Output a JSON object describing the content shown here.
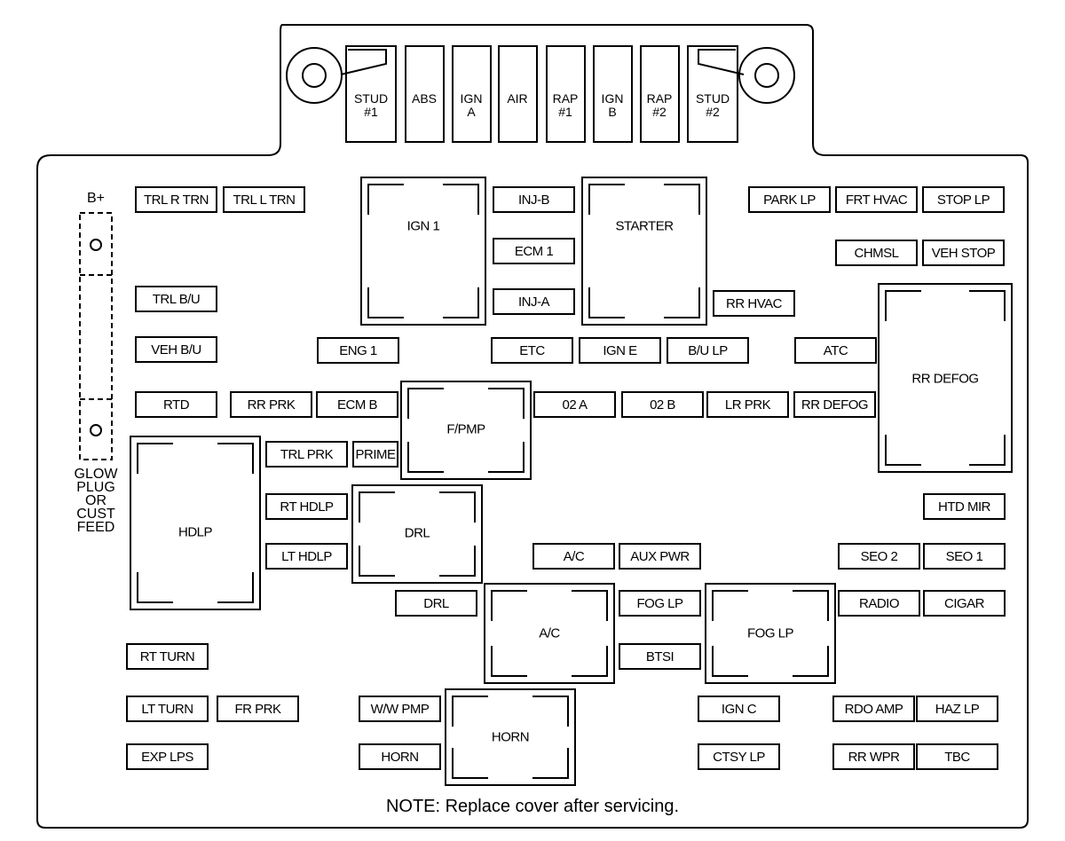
{
  "main_fuses": [
    {
      "line1": "STUD",
      "line2": "#1"
    },
    {
      "line1": "ABS",
      "line2": ""
    },
    {
      "line1": "IGN",
      "line2": "A"
    },
    {
      "line1": "AIR",
      "line2": ""
    },
    {
      "line1": "RAP",
      "line2": "#1"
    },
    {
      "line1": "IGN",
      "line2": "B"
    },
    {
      "line1": "RAP",
      "line2": "#2"
    },
    {
      "line1": "STUD",
      "line2": "#2"
    }
  ],
  "relays": {
    "ign1": "IGN 1",
    "starter": "STARTER",
    "rr_defog": "RR DEFOG",
    "fpmp": "F/PMP",
    "hdlp": "HDLP",
    "drl": "DRL",
    "ac": "A/C",
    "fog_lp": "FOG LP",
    "horn": "HORN"
  },
  "fuses": {
    "trl_r_trn": "TRL R TRN",
    "trl_l_trn": "TRL L TRN",
    "inj_b": "INJ-B",
    "park_lp": "PARK LP",
    "frt_hvac": "FRT HVAC",
    "stop_lp": "STOP LP",
    "ecm1": "ECM 1",
    "chmsl": "CHMSL",
    "veh_stop": "VEH STOP",
    "trl_bu": "TRL B/U",
    "inj_a": "INJ-A",
    "rr_hvac": "RR HVAC",
    "veh_bu": "VEH B/U",
    "eng1": "ENG 1",
    "etc": "ETC",
    "ign_e": "IGN E",
    "bu_lp": "B/U LP",
    "atc": "ATC",
    "rtd": "RTD",
    "rr_prk": "RR PRK",
    "ecm_b": "ECM B",
    "o2a": "02 A",
    "o2b": "02 B",
    "lr_prk": "LR PRK",
    "rr_defog_fuse": "RR DEFOG",
    "trl_prk": "TRL PRK",
    "prime": "PRIME",
    "rt_hdlp": "RT HDLP",
    "htd_mir": "HTD MIR",
    "lt_hdlp": "LT HDLP",
    "ac_fuse": "A/C",
    "aux_pwr": "AUX PWR",
    "seo2": "SEO 2",
    "seo1": "SEO 1",
    "drl_fuse": "DRL",
    "fog_lp_fuse": "FOG LP",
    "radio": "RADIO",
    "cigar": "CIGAR",
    "rt_turn": "RT TURN",
    "btsi": "BTSI",
    "lt_turn": "LT TURN",
    "fr_prk": "FR PRK",
    "ww_pmp": "W/W PMP",
    "ign_c": "IGN C",
    "rdo_amp": "RDO AMP",
    "haz_lp": "HAZ LP",
    "exp_lps": "EXP LPS",
    "horn_fuse": "HORN",
    "ctsy_lp": "CTSY LP",
    "rr_wpr": "RR WPR",
    "tbc": "TBC"
  },
  "b_plus": "B+",
  "glow_plug": [
    "GLOW",
    "PLUG",
    "OR",
    "CUST",
    "FEED"
  ],
  "note": "NOTE: Replace cover after servicing."
}
